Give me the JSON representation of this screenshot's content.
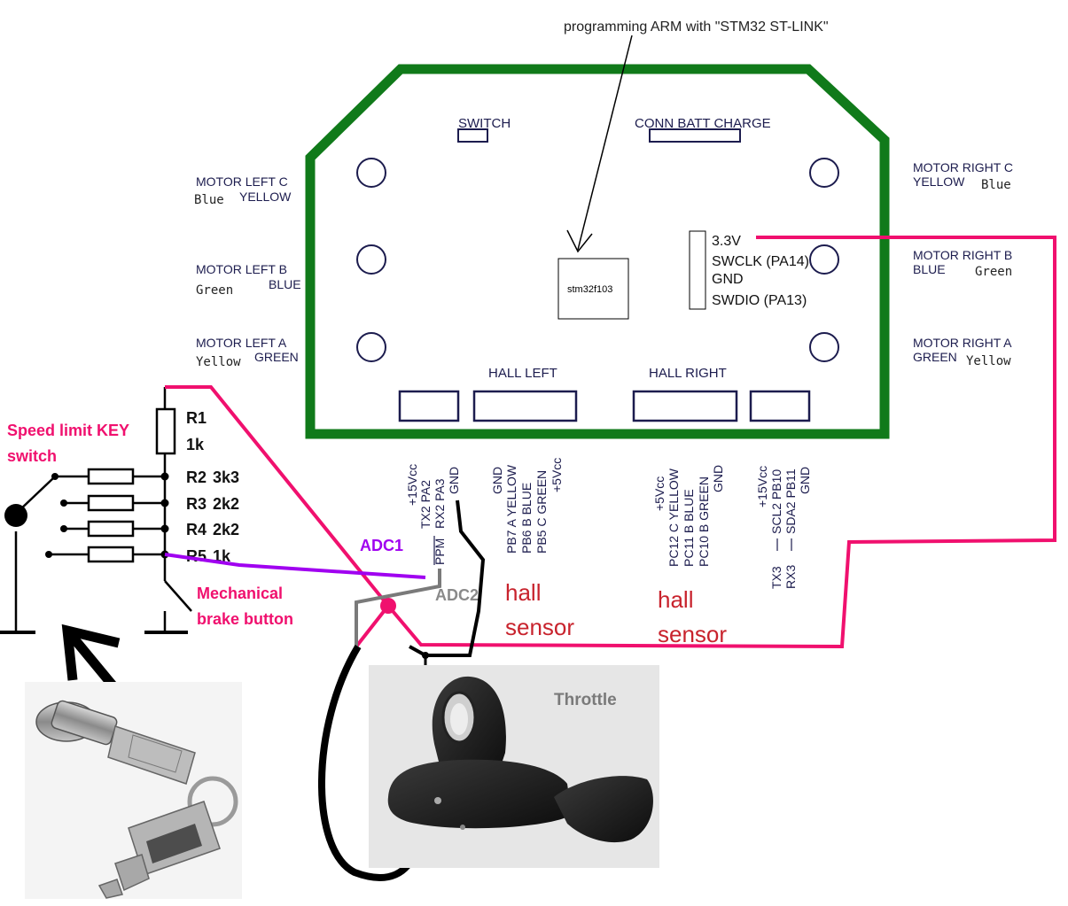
{
  "programming_note": "programming ARM with \"STM32 ST-LINK\"",
  "board": {
    "switch": "SWITCH",
    "conn_batt_charge": "CONN BATT CHARGE",
    "mcu": "stm32f103",
    "hall_left": "HALL LEFT",
    "hall_right": "HALL RIGHT",
    "stlink_pins": [
      "3.3V",
      "SWCLK (PA14)",
      "GND",
      "SWDIO (PA13)"
    ]
  },
  "motor_left": {
    "c": {
      "label": "MOTOR LEFT C",
      "color_a": "Blue",
      "color_b": "YELLOW"
    },
    "b": {
      "label": "MOTOR LEFT B",
      "color_a": "Green",
      "color_b": "BLUE"
    },
    "a": {
      "label": "MOTOR LEFT A",
      "color_a": "Yellow",
      "color_b": "GREEN"
    }
  },
  "motor_right": {
    "c": {
      "label": "MOTOR RIGHT C",
      "color_a": "YELLOW",
      "color_b": "Blue"
    },
    "b": {
      "label": "MOTOR RIGHT B",
      "color_a": "BLUE",
      "color_b": "Green"
    },
    "a": {
      "label": "MOTOR RIGHT A",
      "color_a": "GREEN",
      "color_b": "Yellow"
    }
  },
  "connectors": {
    "left_uart": [
      "+15Vcc",
      "TX2 PA2",
      "RX2 PA3",
      "GND"
    ],
    "left_uart_sub": [
      "PPM"
    ],
    "hall_left": [
      "GND",
      "PB7 A YELLOW",
      "PB6 B BLUE",
      "PB5 C GREEN",
      "+5Vcc"
    ],
    "hall_right": [
      "+5Vcc",
      "PC12 C YELLOW",
      "PC11 B BLUE",
      "PC10 B GREEN",
      "GND"
    ],
    "right_i2c": [
      "+15Vcc",
      "SCL2 PB10",
      "SDA2 PB11",
      "GND"
    ],
    "right_uart": [
      "TX3",
      "RX3"
    ]
  },
  "signals": {
    "adc1": "ADC1",
    "adc2": "ADC2",
    "hall_sensor_1": [
      "hall",
      "sensor"
    ],
    "hall_sensor_2": [
      "hall",
      "sensor"
    ]
  },
  "resistors": [
    {
      "name": "R1",
      "value": "1k"
    },
    {
      "name": "R2",
      "value": "3k3"
    },
    {
      "name": "R3",
      "value": "2k2"
    },
    {
      "name": "R4",
      "value": "2k2"
    },
    {
      "name": "R5",
      "value": "1k"
    }
  ],
  "speed_limit": [
    "Speed limit KEY",
    "switch"
  ],
  "brake": [
    "Mechanical",
    "brake button"
  ],
  "throttle_label": "Throttle",
  "colors": {
    "board": "#107a1a",
    "wire_pink": "#f0106e",
    "wire_purple": "#a000f0",
    "wire_gray": "#7a7a7a",
    "text_navy": "#1c1c4e",
    "text_red": "#c8232d"
  }
}
